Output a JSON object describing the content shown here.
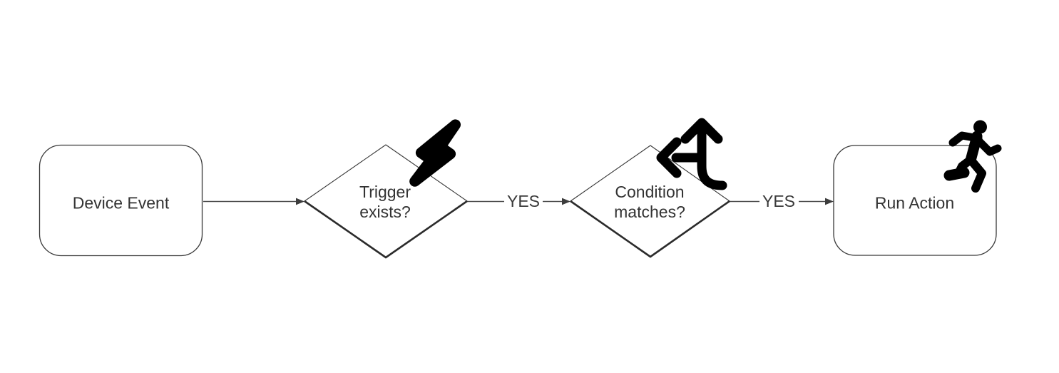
{
  "flowchart": {
    "nodes": {
      "device_event": {
        "label": "Device Event",
        "shape": "rounded-rectangle"
      },
      "trigger_exists": {
        "line1": "Trigger",
        "line2": "exists?",
        "shape": "diamond",
        "icon": "lightning-bolt"
      },
      "condition_matches": {
        "line1": "Condition",
        "line2": "matches?",
        "shape": "diamond",
        "icon": "arrows-split-up-and-left"
      },
      "run_action": {
        "label": "Run Action",
        "shape": "rounded-rectangle",
        "icon": "person-running"
      }
    },
    "edges": {
      "event_to_trigger": {
        "from": "device_event",
        "to": "trigger_exists",
        "label": ""
      },
      "trigger_to_condition": {
        "from": "trigger_exists",
        "to": "condition_matches",
        "label": "YES"
      },
      "condition_to_action": {
        "from": "condition_matches",
        "to": "run_action",
        "label": "YES"
      }
    },
    "colors": {
      "background": "#ffffff",
      "shape_stroke": "#383838",
      "shape_shadow_stroke": "#2b2b2b",
      "connector": "#4a4a4a",
      "arrowhead": "#3d3d3d",
      "text": "#333333",
      "icon": "#000000"
    }
  }
}
